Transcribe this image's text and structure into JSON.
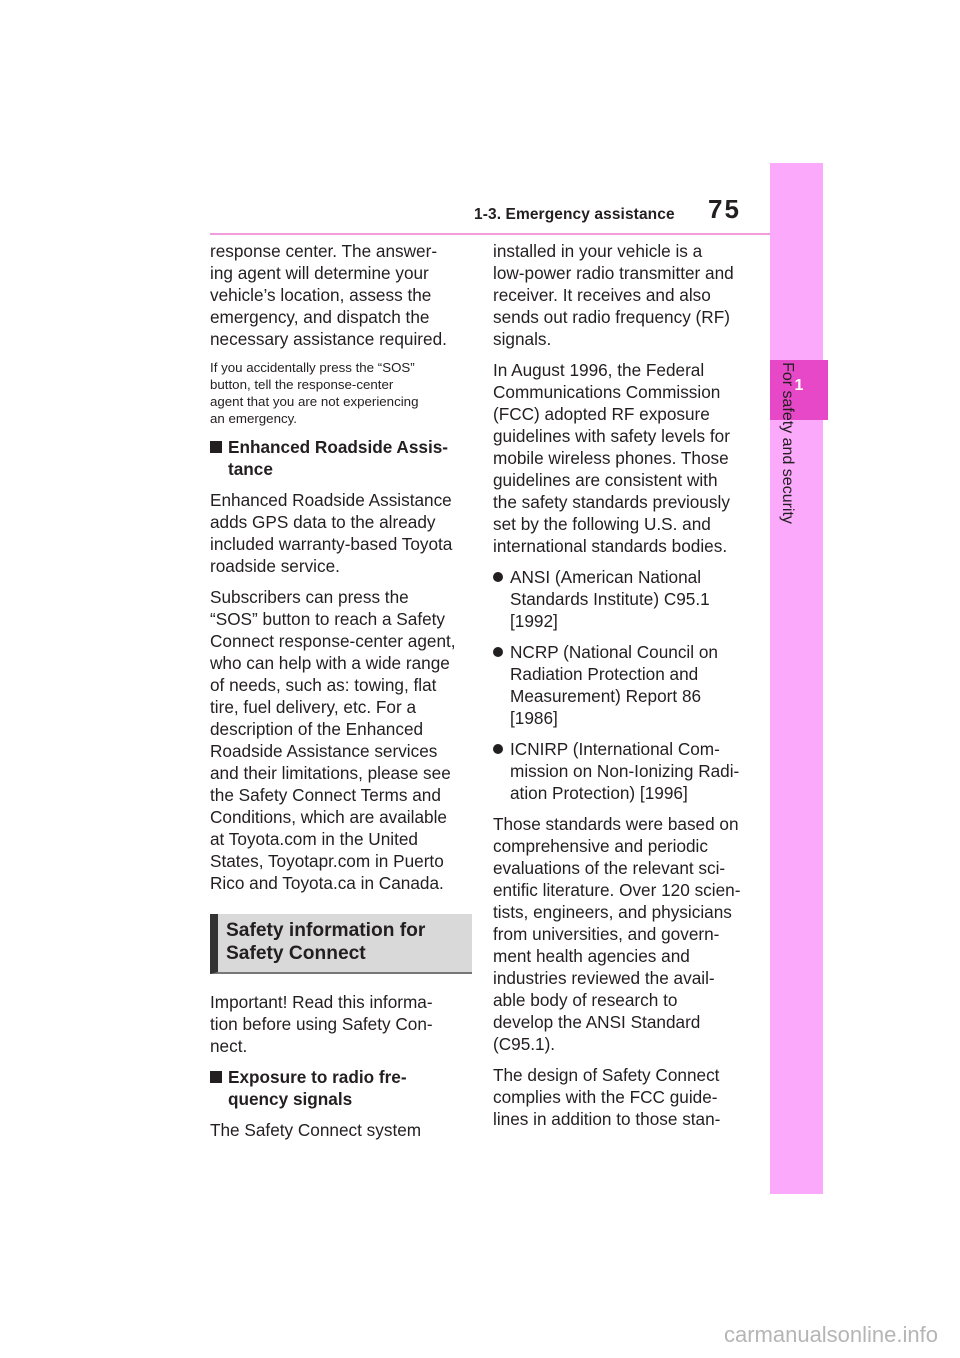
{
  "header": {
    "section": "1-3. Emergency assistance",
    "page_number": "75"
  },
  "side_tab": {
    "chapter_number": "1",
    "chapter_label": "For safety and security"
  },
  "left_column": {
    "p1": [
      "response center. The answer-",
      "ing agent will determine your",
      "vehicle’s location, assess the",
      "emergency, and dispatch the",
      "necessary assistance required."
    ],
    "note": [
      "If you accidentally press the “SOS”",
      "button, tell the response-center",
      "agent that you are not experiencing",
      "an emergency."
    ],
    "heading1": [
      "Enhanced Roadside Assis-",
      "tance"
    ],
    "p2": [
      "Enhanced Roadside Assistance",
      "adds GPS data to the already",
      "included warranty-based Toyota",
      "roadside service."
    ],
    "p3": [
      "Subscribers can press the",
      "“SOS” button to reach a Safety",
      "Connect response-center agent,",
      "who can help with a wide range",
      "of needs, such as: towing, flat",
      "tire, fuel delivery, etc. For a",
      "description of the Enhanced",
      "Roadside Assistance services",
      "and their limitations, please see",
      "the Safety Connect Terms and",
      "Conditions, which are available",
      "at Toyota.com in the United",
      "States, Toyotapr.com in Puerto",
      "Rico and Toyota.ca in Canada."
    ],
    "section_box": [
      "Safety information for",
      "Safety Connect"
    ],
    "p4": [
      "Important! Read this informa-",
      "tion before using Safety Con-",
      "nect."
    ],
    "heading2": [
      "Exposure to radio fre-",
      "quency signals"
    ],
    "p5": [
      "The Safety Connect system"
    ]
  },
  "right_column": {
    "p1": [
      "installed in your vehicle is a",
      "low-power radio transmitter and",
      "receiver. It receives and also",
      "sends out radio frequency (RF)",
      "signals."
    ],
    "p2": [
      "In August 1996, the Federal",
      "Communications Commission",
      "(FCC) adopted RF exposure",
      "guidelines with safety levels for",
      "mobile wireless phones. Those",
      "guidelines are consistent with",
      "the safety standards previously",
      "set by the following U.S. and",
      "international standards bodies."
    ],
    "bullet1": [
      "ANSI (American National",
      "Standards Institute) C95.1",
      "[1992]"
    ],
    "bullet2": [
      "NCRP (National Council on",
      "Radiation Protection and",
      "Measurement) Report 86",
      "[1986]"
    ],
    "bullet3": [
      "ICNIRP (International Com-",
      "mission on Non-Ionizing Radi-",
      "ation Protection) [1996]"
    ],
    "p3": [
      "Those standards were based on",
      "comprehensive and periodic",
      "evaluations of the relevant sci-",
      "entific literature. Over 120 scien-",
      "tists, engineers, and physicians",
      "from universities, and govern-",
      "ment health agencies and",
      "industries reviewed the avail-",
      "able body of research to",
      "develop the ANSI Standard",
      "(C95.1)."
    ],
    "p4": [
      "The design of Safety Connect",
      "complies with the FCC guide-",
      "lines in addition to those stan-"
    ]
  },
  "watermark": "carmanualsonline.info"
}
